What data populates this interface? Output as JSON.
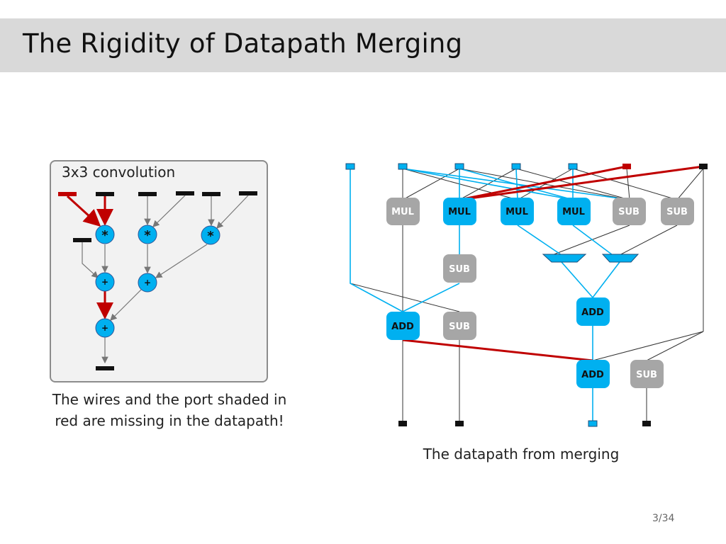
{
  "title": "The Rigidity of Datapath Merging",
  "page_number": "3/34",
  "colors": {
    "header_bg": "#d9d9d9",
    "accent_blue": "#00b0f0",
    "op_gray": "#a6a6a6",
    "missing_red": "#c00000",
    "wire_black": "#333333"
  },
  "left_figure": {
    "title": "3x3 convolution",
    "multiply_symbol": "*",
    "add_symbol": "+",
    "caption_line1": "The wires and the port shaded in",
    "caption_line2": "red are missing in the datapath!"
  },
  "right_figure": {
    "caption": "The datapath from merging",
    "nodes": {
      "mul1": "MUL",
      "mul2": "MUL",
      "mul3": "MUL",
      "mul4": "MUL",
      "sub1": "SUB",
      "sub2": "SUB",
      "sub_mid": "SUB",
      "add_left": "ADD",
      "sub_low": "SUB",
      "add_mid": "ADD",
      "add_bottom": "ADD",
      "sub_bottom": "SUB"
    }
  }
}
